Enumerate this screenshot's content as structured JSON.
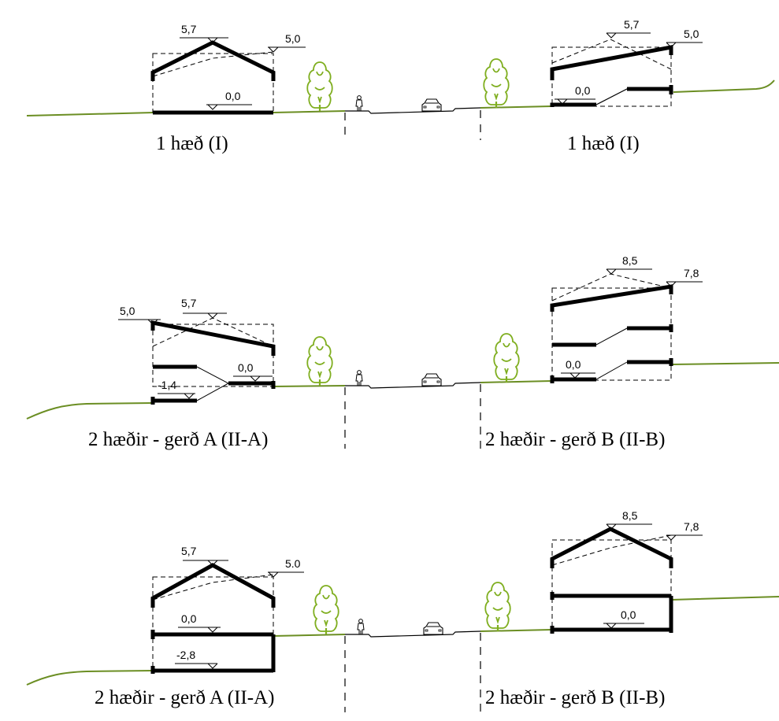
{
  "row1": {
    "left": {
      "ridge": "5,7",
      "eave": "5,0",
      "floor": "0,0",
      "caption": "1 hæð (I)"
    },
    "right": {
      "ridge": "5,7",
      "eave": "5,0",
      "floor": "0,0",
      "caption": "1 hæð (I)"
    }
  },
  "row2": {
    "left": {
      "eave": "5,0",
      "ridge": "5,7",
      "floor": "0,0",
      "lower": "-1,4",
      "caption": "2 hæðir - gerð A (II-A)"
    },
    "right": {
      "ridge": "8,5",
      "eave": "7,8",
      "floor": "0,0",
      "caption": "2 hæðir - gerð B (II-B)"
    }
  },
  "row3": {
    "left": {
      "ridge": "5,7",
      "eave": "5.0",
      "floor": "0,0",
      "lower": "-2,8",
      "caption": "2 hæðir - gerð A (II-A)"
    },
    "right": {
      "ridge": "8,5",
      "eave": "7,8",
      "floor": "0,0",
      "caption": "2 hæðir - gerð B (II-B)"
    }
  },
  "colors": {
    "ground": "#6b8e23",
    "tree": "#7fae1f",
    "lines": "#000000"
  },
  "icons": [
    "tree-icon",
    "pedestrian-icon",
    "car-icon",
    "level-marker-icon"
  ]
}
